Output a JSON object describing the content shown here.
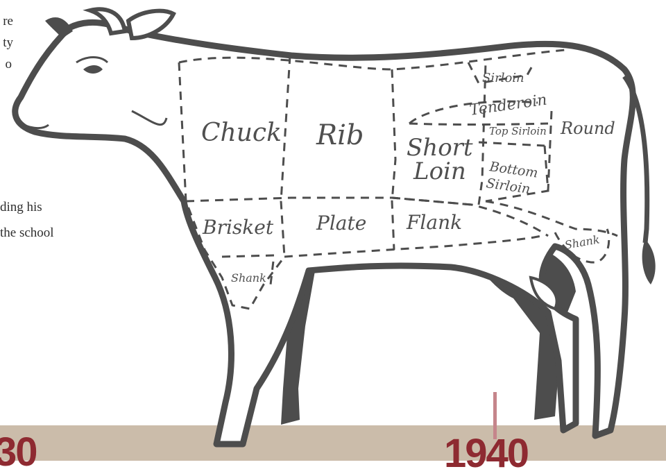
{
  "story": {
    "lines": [
      "re",
      "ty",
      "o",
      "ding his",
      "the school"
    ]
  },
  "diagram": {
    "cuts": {
      "chuck": "Chuck",
      "rib": "Rib",
      "short_loin_1": "Short",
      "short_loin_2": "Loin",
      "sirloin": "Sirloin",
      "tenderloin": "Tenderoin",
      "top_sirloin": "Top Sirloin",
      "bottom_sirloin_1": "Bottom",
      "bottom_sirloin_2": "Sirloin",
      "round": "Round",
      "brisket": "Brisket",
      "plate": "Plate",
      "flank": "Flank",
      "shank_front": "Shank",
      "shank_rear": "Shank"
    },
    "colors": {
      "outline": "#4d4d4d",
      "timeline": "#cbbcaa",
      "year": "#8e2a31",
      "tick": "#c5858b"
    }
  },
  "timeline": {
    "year_left": "30",
    "year_right": "1940"
  }
}
